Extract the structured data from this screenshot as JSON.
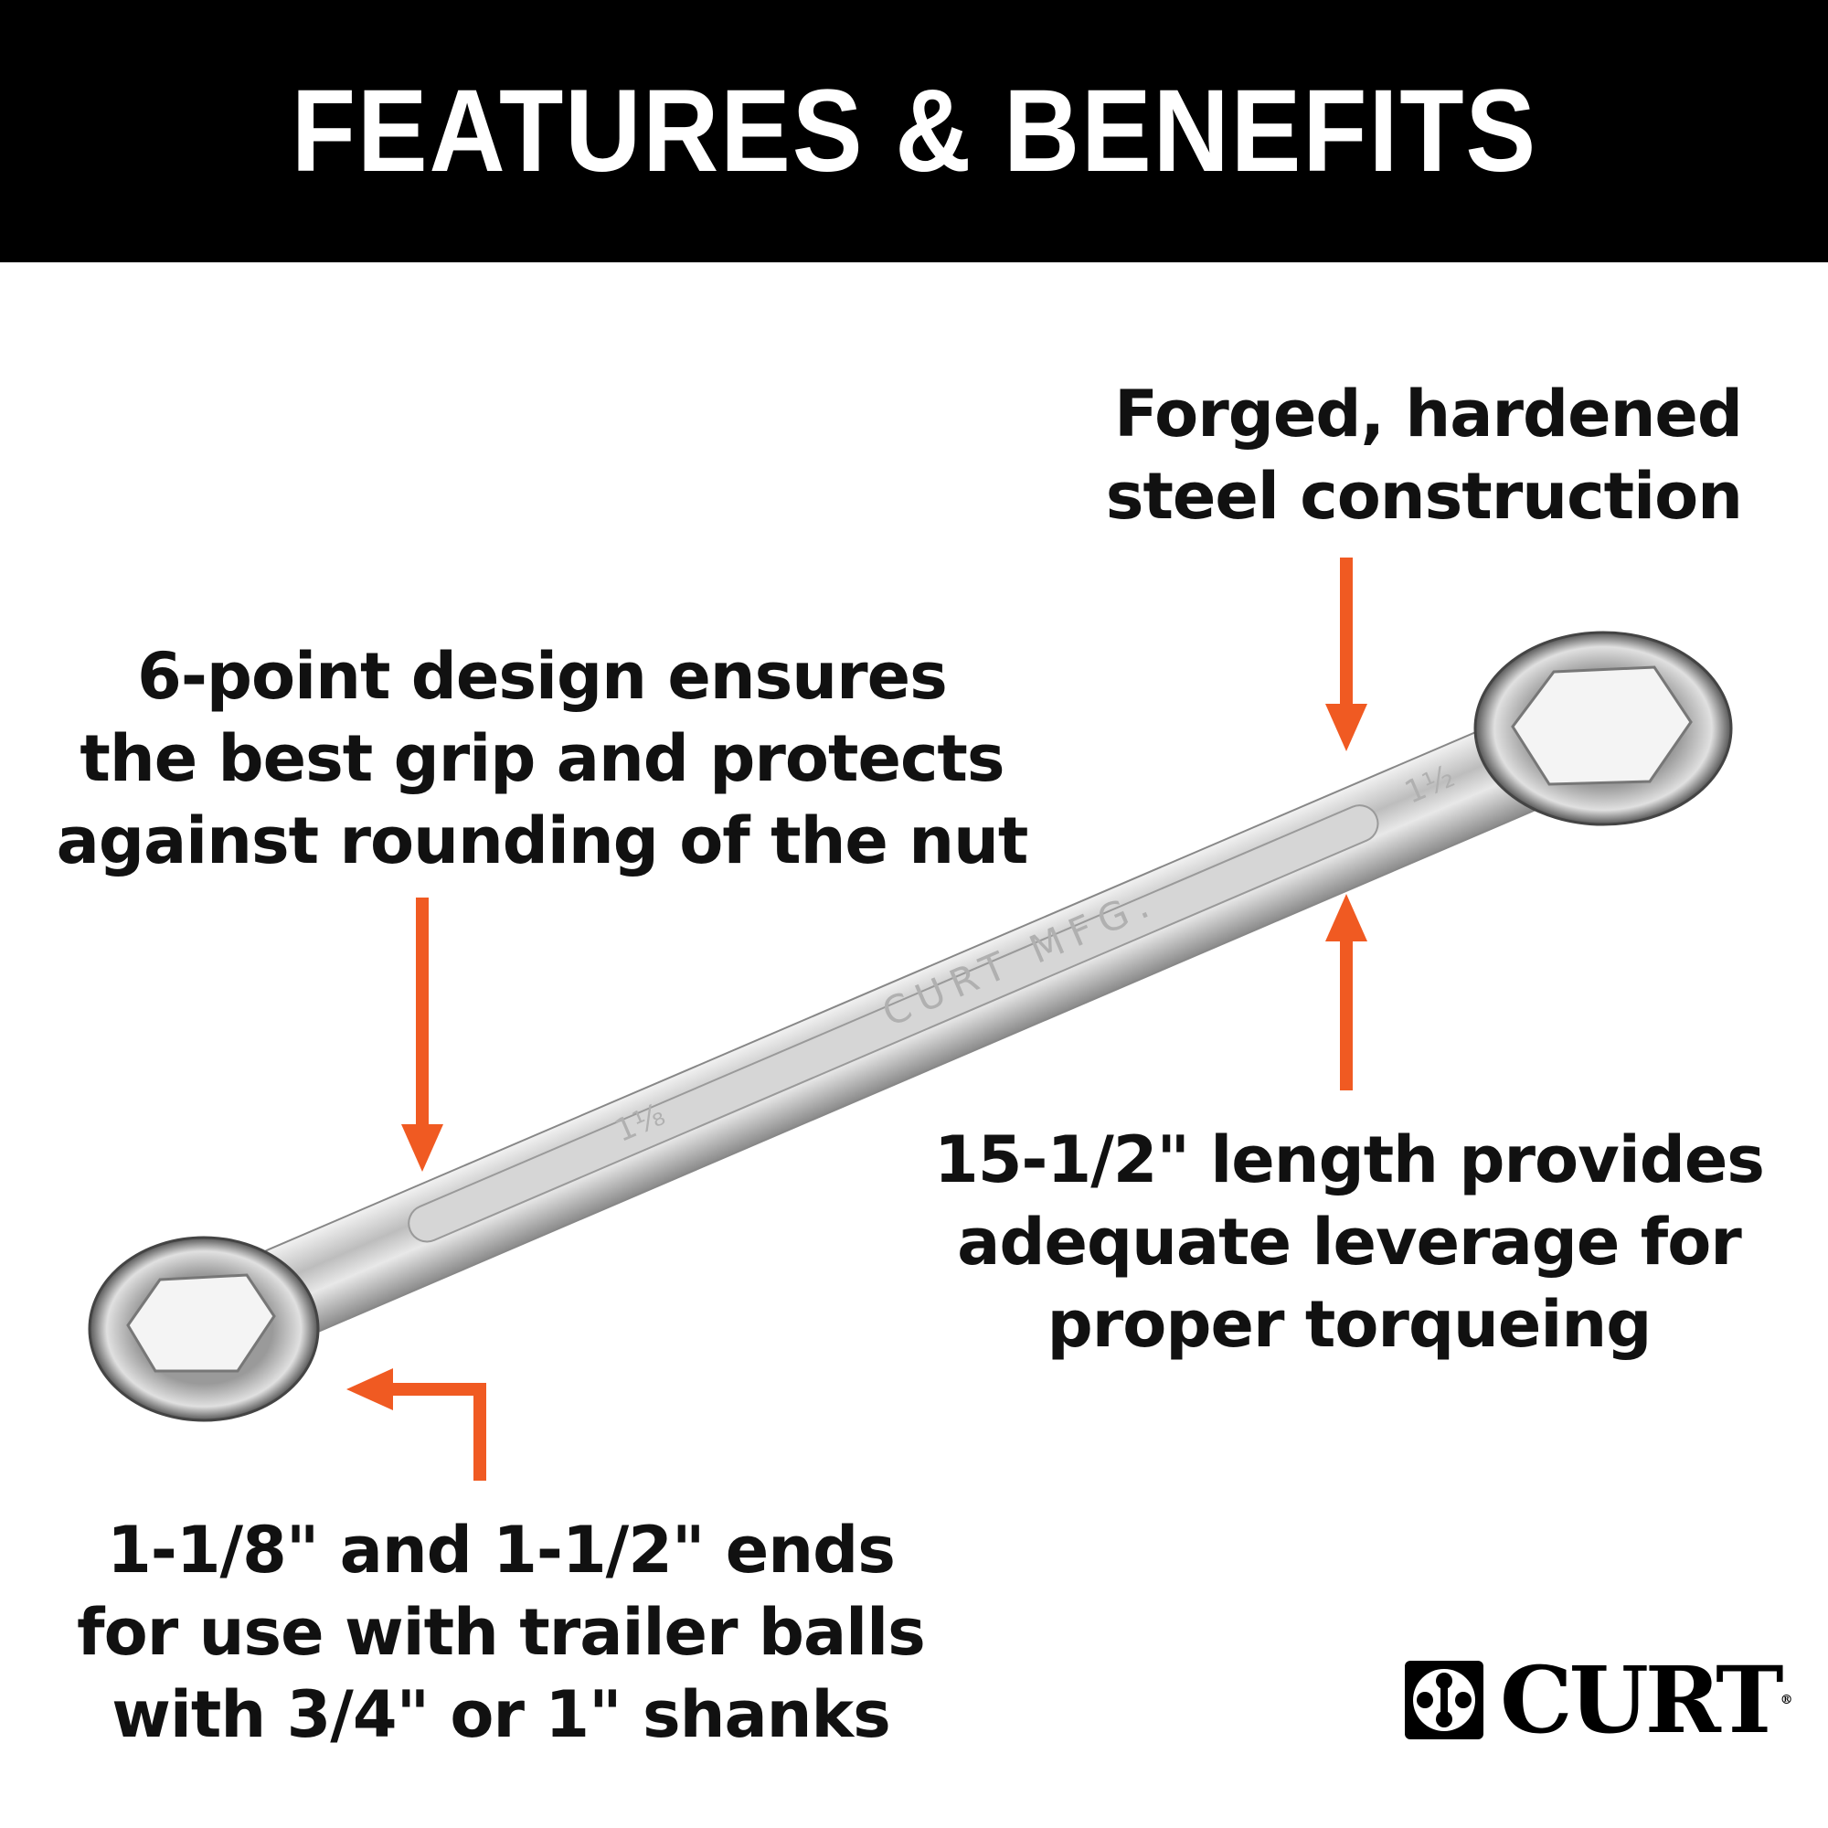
{
  "header": {
    "title": "FEATURES & BENEFITS"
  },
  "callouts": {
    "forged": [
      "Forged, hardened",
      "steel construction"
    ],
    "six_point": [
      "6-point design ensures",
      "the best grip and protects",
      "against rounding of the nut"
    ],
    "length": [
      "15-1/2\" length provides",
      "adequate leverage for",
      "proper torqueing"
    ],
    "ends": [
      "1-1/8\" and 1-1/2\" ends",
      "for use with trailer balls",
      "with 3/4\" or 1\" shanks"
    ]
  },
  "product": {
    "stamp_brand": "CURT MFG.",
    "size_small": "1⅛",
    "size_large": "1½"
  },
  "brand": {
    "logo_text": "CURT",
    "registered": "®"
  },
  "colors": {
    "header_bg": "#000000",
    "arrow": "#f05a22",
    "text": "#111111"
  }
}
